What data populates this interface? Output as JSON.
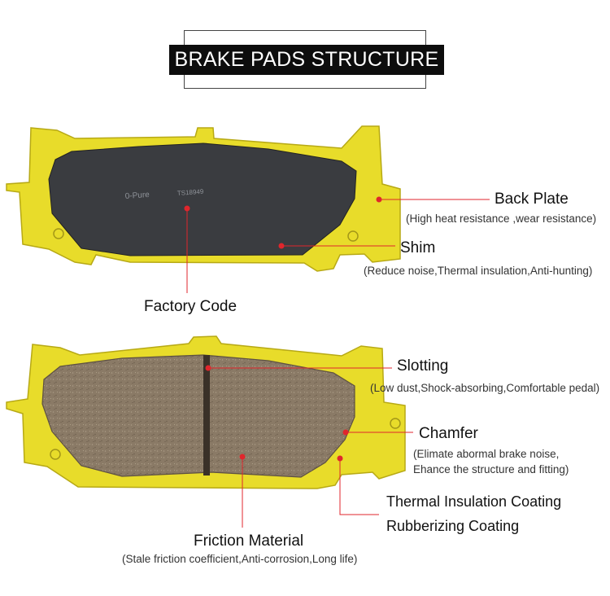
{
  "title": "BRAKE PADS STRUCTURE",
  "pad_marking": {
    "brand": "0-Pure",
    "code": "TS18949"
  },
  "callouts": {
    "back_plate": {
      "label": "Back Plate",
      "desc": "(High heat resistance ,wear resistance)"
    },
    "shim": {
      "label": "Shim",
      "desc": "(Reduce noise,Thermal insulation,Anti-hunting)"
    },
    "factory_code": {
      "label": "Factory Code"
    },
    "slotting": {
      "label": "Slotting",
      "desc": "(Low dust,Shock-absorbing,Comfortable pedal)"
    },
    "chamfer": {
      "label": "Chamfer",
      "desc_line1": "(Elimate abormal brake noise,",
      "desc_line2": "Ehance the structure and fitting)"
    },
    "thermal_insulation": {
      "label": "Thermal Insulation Coating"
    },
    "rubberizing": {
      "label": "Rubberizing Coating"
    },
    "friction_material": {
      "label": "Friction Material",
      "desc": "(Stale friction coefficient,Anti-corrosion,Long life)"
    }
  },
  "colors": {
    "accent": "#e0262c",
    "plate": "#e8dc2a",
    "shim": "#3a3c40",
    "friction": "#8a7a66"
  }
}
